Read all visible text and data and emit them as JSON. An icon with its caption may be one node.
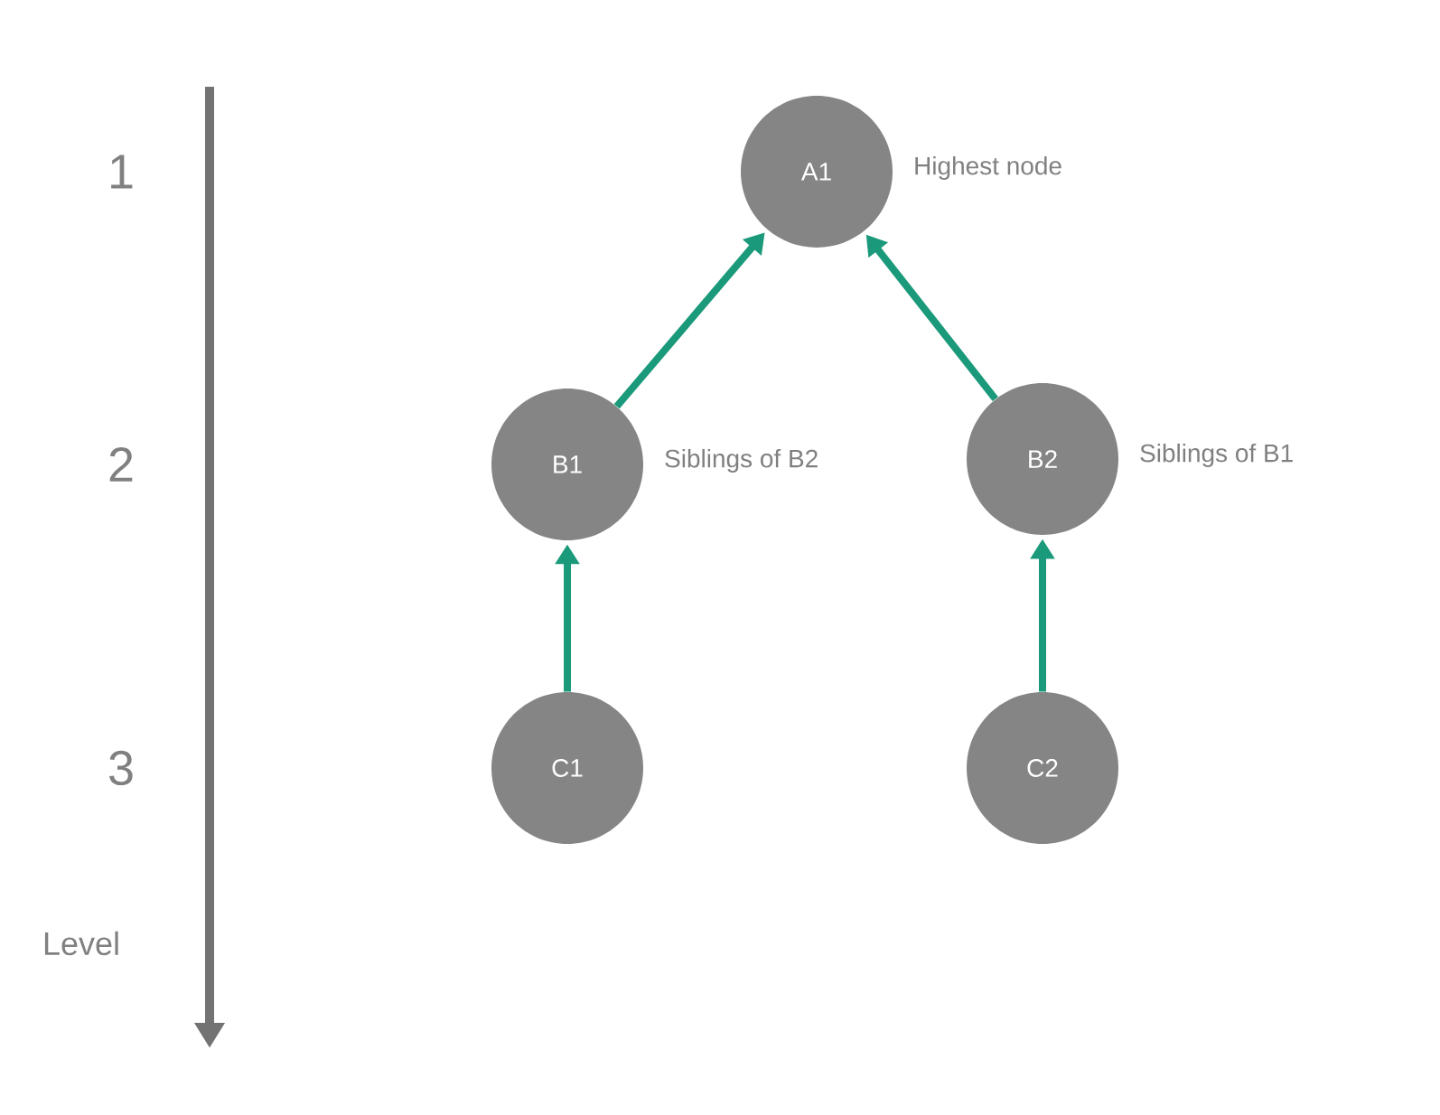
{
  "diagram": {
    "nodes": [
      {
        "text": [
          "A1"
        ],
        "beside": [
          "Highest node"
        ]
      },
      {
        "text": [
          "B1"
        ],
        "beside": [
          "Siblings of B2"
        ]
      },
      {
        "text": [
          "B2"
        ],
        "beside": [
          "Siblings of B1"
        ]
      },
      {
        "text": [
          "C1"
        ]
      },
      {
        "text": [
          "C2"
        ]
      }
    ],
    "edges": [
      {
        "from": 1,
        "to": 0,
        "arrow": "to"
      },
      {
        "from": 2,
        "to": 0,
        "arrow": "to"
      },
      {
        "from": 3,
        "to": 1,
        "arrow": "to"
      },
      {
        "from": 4,
        "to": 2,
        "arrow": "to"
      }
    ],
    "labels": [
      "1",
      "2",
      "3",
      "Level"
    ]
  }
}
